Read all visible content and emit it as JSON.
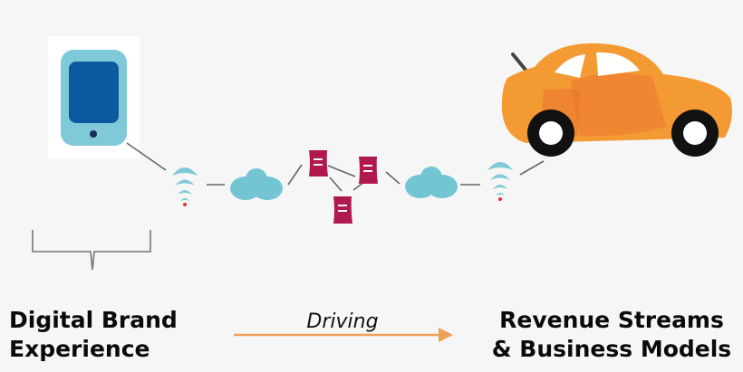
{
  "labels": {
    "source_line1": "Digital Brand",
    "source_line2": "Experience",
    "middle": "Driving",
    "target_line1": "Revenue Streams",
    "target_line2": "& Business Models"
  },
  "icons": [
    "tablet-icon",
    "wifi-signal-icon",
    "cloud-icon",
    "server-icon",
    "car-icon",
    "brace-icon",
    "arrow-icon"
  ],
  "colors": {
    "teal": "#6ec3d3",
    "navy": "#0b5aa0",
    "magenta": "#b0184f",
    "orange": "#f39a33",
    "arrow": "#f0a057",
    "red_dot": "#e0302f"
  }
}
